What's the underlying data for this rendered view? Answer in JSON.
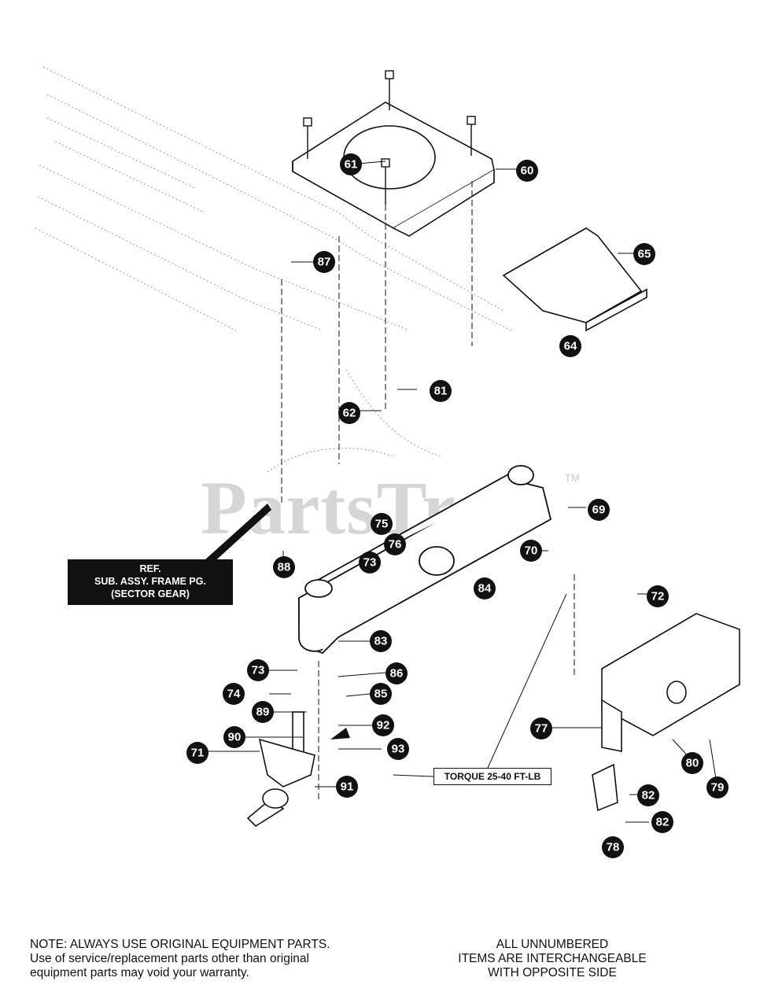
{
  "watermark": {
    "text": "PartsTree",
    "tm": "TM"
  },
  "ref_box": {
    "lines": [
      "REF.",
      "SUB. ASSY. FRAME PG.",
      "(SECTOR GEAR)"
    ]
  },
  "torque_box": {
    "text": "TORQUE 25-40 FT-LB"
  },
  "note": {
    "lines": [
      "NOTE: ALWAYS USE ORIGINAL EQUIPMENT PARTS.",
      "Use of service/replacement parts other than original",
      "equipment parts may void your warranty."
    ]
  },
  "side_note": {
    "lines": [
      "ALL UNNUMBERED",
      "ITEMS ARE INTERCHANGEABLE",
      "WITH OPPOSITE SIDE"
    ]
  },
  "callouts": [
    "60",
    "61",
    "62",
    "64",
    "65",
    "69",
    "70",
    "71",
    "72",
    "73",
    "73",
    "74",
    "75",
    "76",
    "77",
    "78",
    "79",
    "80",
    "81",
    "82",
    "82",
    "83",
    "84",
    "85",
    "86",
    "87",
    "88",
    "89",
    "90",
    "91",
    "92",
    "93"
  ]
}
